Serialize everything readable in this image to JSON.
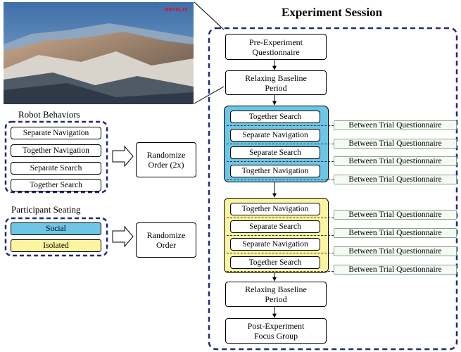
{
  "title": "Experiment Session",
  "video": {
    "watermark": "NETFLIX"
  },
  "robot_behaviors": {
    "heading": "Robot Behaviors",
    "items": [
      "Separate Navigation",
      "Together Navigation",
      "Separate Search",
      "Together Search"
    ]
  },
  "participant_seating": {
    "heading": "Participant Seating",
    "items": [
      "Social",
      "Isolated"
    ]
  },
  "randomize": {
    "order_2x": "Randomize Order (2x)",
    "order": "Randomize Order"
  },
  "session": {
    "pre": "Pre-Experiment Questionnaire",
    "baseline_1": "Relaxing Baseline Period",
    "social_block": [
      "Together Search",
      "Separate Navigation",
      "Separate Search",
      "Together Navigation"
    ],
    "isolated_block": [
      "Together Navigation",
      "Separate Search",
      "Separate Navigation",
      "Together Search"
    ],
    "between_trial": "Between Trial Questionnaire",
    "baseline_2": "Relaxing Baseline Period",
    "post": "Post-Experiment Focus Group"
  },
  "colors": {
    "social": "#6ec6e6",
    "isolated": "#fbf5a1",
    "dash_border": "#1f2a7a",
    "btq_border": "#7fa88a"
  }
}
